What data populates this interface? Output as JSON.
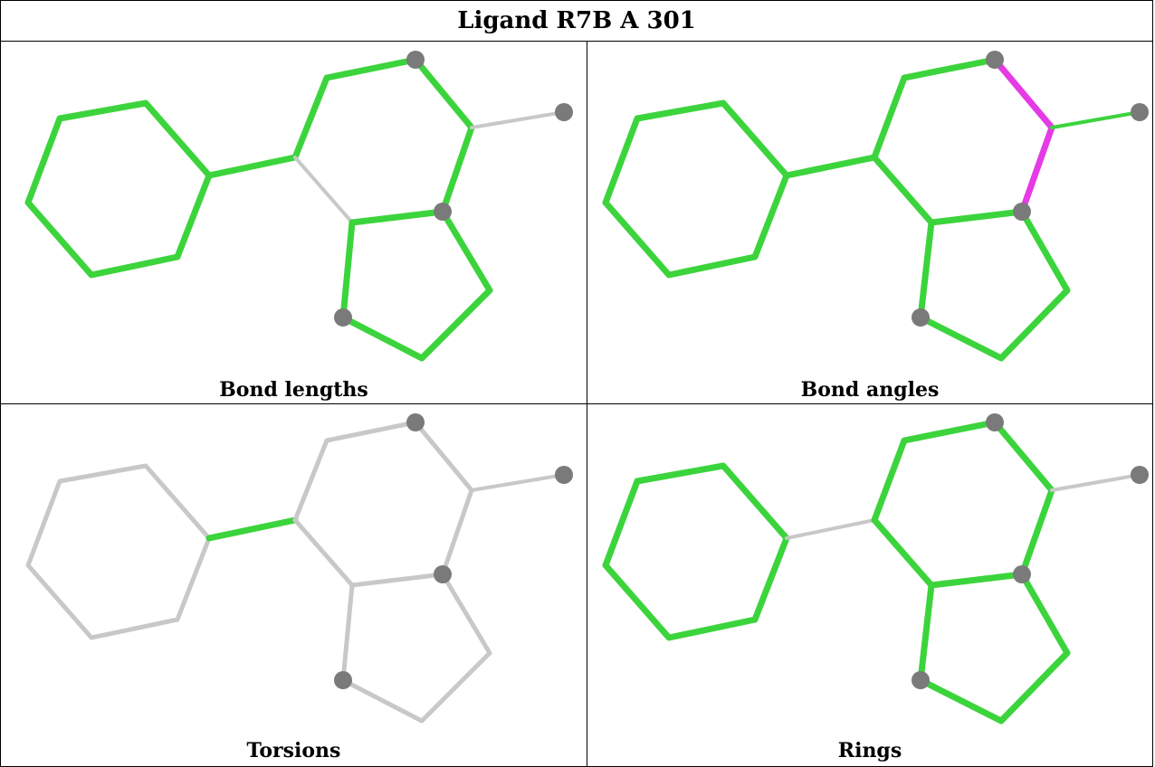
{
  "title": "Ligand R7B A 301",
  "panels": [
    {
      "id": "bond-lengths",
      "caption": "Bond lengths"
    },
    {
      "id": "bond-angles",
      "caption": "Bond angles"
    },
    {
      "id": "torsions",
      "caption": "Torsions"
    },
    {
      "id": "rings",
      "caption": "Rings"
    }
  ],
  "colors": {
    "ok": "#3cd43c",
    "outlier": "#e53ae5",
    "neutral": "#c8c8c8",
    "atom": "#7a7a7a"
  }
}
